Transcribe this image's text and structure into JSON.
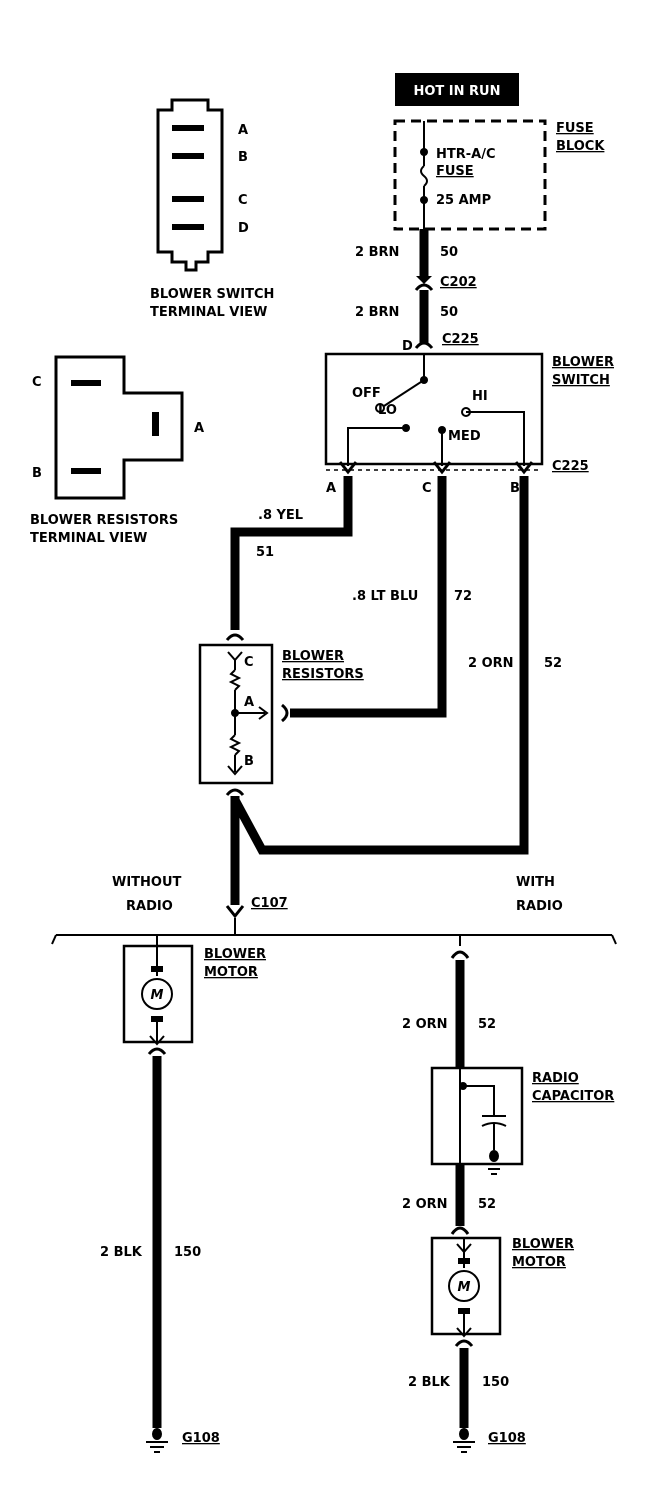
{
  "hot_label": "HOT IN RUN",
  "fuse_block": {
    "label_line1": "FUSE",
    "label_line2": "BLOCK",
    "fuse_line1": "HTR-A/C",
    "fuse_line2": "FUSE",
    "rating": "25 AMP"
  },
  "wires": {
    "top_upper": {
      "gauge": "2 BRN",
      "circuit": "50"
    },
    "top_lower": {
      "gauge": "2 BRN",
      "circuit": "50"
    },
    "yel": {
      "gauge": ".8 YEL",
      "circuit": "51"
    },
    "lt_blu": {
      "gauge": ".8 LT BLU",
      "circuit": "72"
    },
    "orn_main": {
      "gauge": "2 ORN",
      "circuit": "52"
    },
    "orn_radio_upper": {
      "gauge": "2 ORN",
      "circuit": "52"
    },
    "orn_radio_lower": {
      "gauge": "2 ORN",
      "circuit": "52"
    },
    "blk_left": {
      "gauge": "2 BLK",
      "circuit": "150"
    },
    "blk_right": {
      "gauge": "2 BLK",
      "circuit": "150"
    }
  },
  "connectors": {
    "c202": "C202",
    "c225_top": "C225",
    "c225_bottom": "C225",
    "c107": "C107",
    "g108_left": "G108",
    "g108_right": "G108"
  },
  "blower_switch": {
    "label_line1": "BLOWER",
    "label_line2": "SWITCH",
    "off": "OFF",
    "lo": "LO",
    "med": "MED",
    "hi": "HI",
    "pin_d": "D",
    "pin_a": "A",
    "pin_c": "C",
    "pin_b": "B"
  },
  "blower_resistors": {
    "label_line1": "BLOWER",
    "label_line2": "RESISTORS",
    "pin_c": "C",
    "pin_a": "A",
    "pin_b": "B"
  },
  "switch_view": {
    "pins": [
      "A",
      "B",
      "C",
      "D"
    ],
    "caption_line1": "BLOWER SWITCH",
    "caption_line2": "TERMINAL VIEW"
  },
  "resistor_view": {
    "pin_c": "C",
    "pin_a": "A",
    "pin_b": "B",
    "caption_line1": "BLOWER RESISTORS",
    "caption_line2": "TERMINAL VIEW"
  },
  "without_radio": {
    "line1": "WITHOUT",
    "line2": "RADIO"
  },
  "with_radio": {
    "line1": "WITH",
    "line2": "RADIO"
  },
  "motor_left": {
    "line1": "BLOWER",
    "line2": "MOTOR",
    "symbol": "M"
  },
  "motor_right": {
    "line1": "BLOWER",
    "line2": "MOTOR",
    "symbol": "M"
  },
  "radio_capacitor": {
    "line1": "RADIO",
    "line2": "CAPACITOR"
  }
}
